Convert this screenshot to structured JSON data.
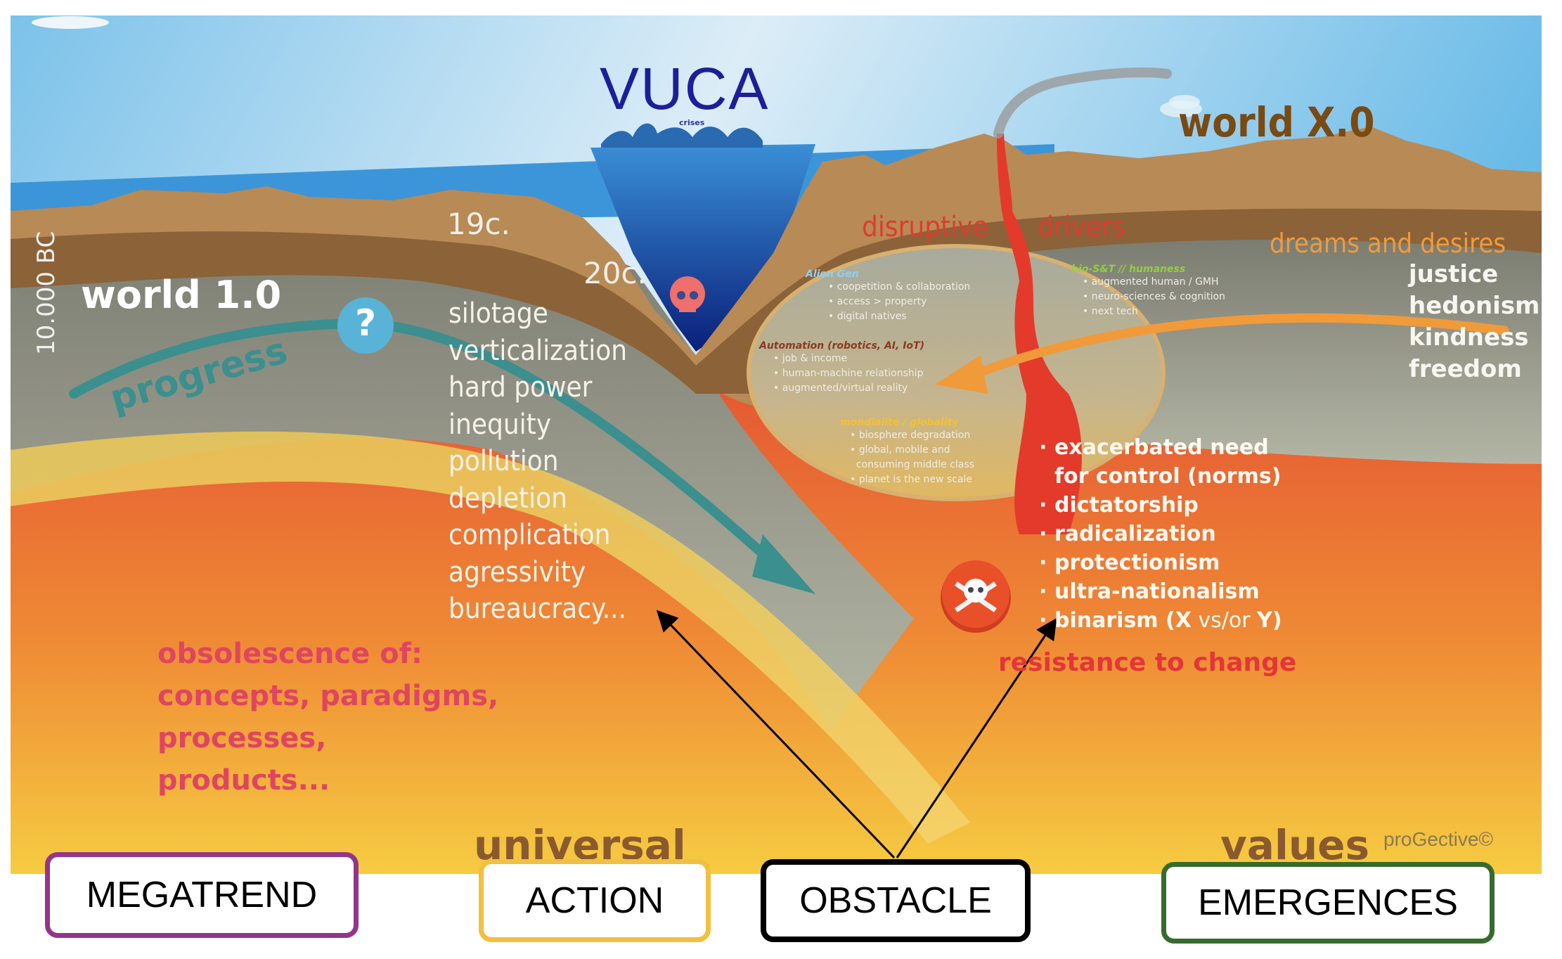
{
  "colors": {
    "megatrend_border": "#93358c",
    "action_border": "#f2bf3f",
    "obstacle_border": "#000000",
    "emergences_border": "#356c2e",
    "progress_arrow": "#3b8f8e",
    "dreams_arrow": "#f19a3a",
    "magma": "#e13a30"
  },
  "illustration": {
    "vuca": {
      "title": "VUCA",
      "subtitle": "crises"
    },
    "world_x": "world X.0",
    "world_1": "world 1.0",
    "era_start": "10.000 BC",
    "century_19": "19c.",
    "century_20": "20c.",
    "progress_label": "progress",
    "question_icon": "?",
    "legacy_list": [
      "silotage",
      "verticalization",
      "hard power",
      "inequity",
      "pollution",
      "depletion",
      "complication",
      "agressivity",
      "bureaucracy..."
    ],
    "disruptive": {
      "left": "disruptive",
      "right": "drivers"
    },
    "driver_groups": [
      {
        "title": "Alien Gen",
        "color": "#8fd0ef",
        "items": [
          "coopetition & collaboration",
          "access > property",
          "digital natives"
        ]
      },
      {
        "title": "Automation (robotics, AI, IoT)",
        "color": "#8a3a22",
        "items": [
          "job & income",
          "human-machine relationship",
          "augmented/virtual reality"
        ]
      },
      {
        "title": "mondialité / globality",
        "color": "#f2c03a",
        "items": [
          "biosphere degradation",
          "global, mobile and",
          "consuming middle class",
          "planet is the new scale"
        ]
      },
      {
        "title": "bio-S&T // humaness",
        "color": "#8fd23a",
        "items": [
          "augmented human / GMH",
          "neuro-sciences & cognition",
          "next tech"
        ]
      }
    ],
    "dreams_title": "dreams and desires",
    "dreams_list": [
      "justice",
      "hedonism",
      "kindness",
      "freedom"
    ],
    "resistance_list": [
      "exacerbated need",
      "for control (norms)",
      "dictatorship",
      "radicalization",
      "protectionism",
      "ultra-nationalism"
    ],
    "resistance_last": {
      "a": "binarism (X",
      "b": " vs/or ",
      "c": "Y)"
    },
    "resistance_title": "resistance to change",
    "obsolescence": [
      "obsolescence of:",
      "concepts, paradigms,",
      "processes,",
      "products..."
    ],
    "universal": "universal",
    "values": "values",
    "credit": "proGective©"
  },
  "labels": {
    "megatrend": "MEGATREND",
    "action": "ACTION",
    "obstacle": "OBSTACLE",
    "emergences": "EMERGENCES"
  }
}
